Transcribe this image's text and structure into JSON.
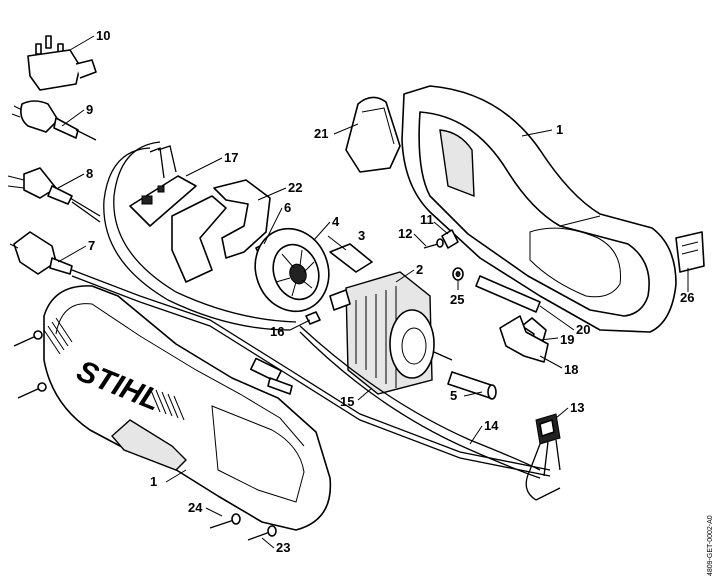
{
  "diagram": {
    "brand": "STIHL",
    "drawing_code": "4809-GET-0002-A0",
    "callouts": [
      {
        "id": "c10",
        "label": "10"
      },
      {
        "id": "c9",
        "label": "9"
      },
      {
        "id": "c8",
        "label": "8"
      },
      {
        "id": "c7",
        "label": "7"
      },
      {
        "id": "c17",
        "label": "17"
      },
      {
        "id": "c22",
        "label": "22"
      },
      {
        "id": "c6",
        "label": "6"
      },
      {
        "id": "c4",
        "label": "4"
      },
      {
        "id": "c3",
        "label": "3"
      },
      {
        "id": "c2",
        "label": "2"
      },
      {
        "id": "c16",
        "label": "16"
      },
      {
        "id": "c15",
        "label": "15"
      },
      {
        "id": "c5",
        "label": "5"
      },
      {
        "id": "c21",
        "label": "21"
      },
      {
        "id": "c1a",
        "label": "1"
      },
      {
        "id": "c11",
        "label": "11"
      },
      {
        "id": "c12",
        "label": "12"
      },
      {
        "id": "c25",
        "label": "25"
      },
      {
        "id": "c20",
        "label": "20"
      },
      {
        "id": "c19",
        "label": "19"
      },
      {
        "id": "c18",
        "label": "18"
      },
      {
        "id": "c26",
        "label": "26"
      },
      {
        "id": "c13",
        "label": "13"
      },
      {
        "id": "c14",
        "label": "14"
      },
      {
        "id": "c1b",
        "label": "1"
      },
      {
        "id": "c24",
        "label": "24"
      },
      {
        "id": "c23",
        "label": "23"
      }
    ]
  }
}
